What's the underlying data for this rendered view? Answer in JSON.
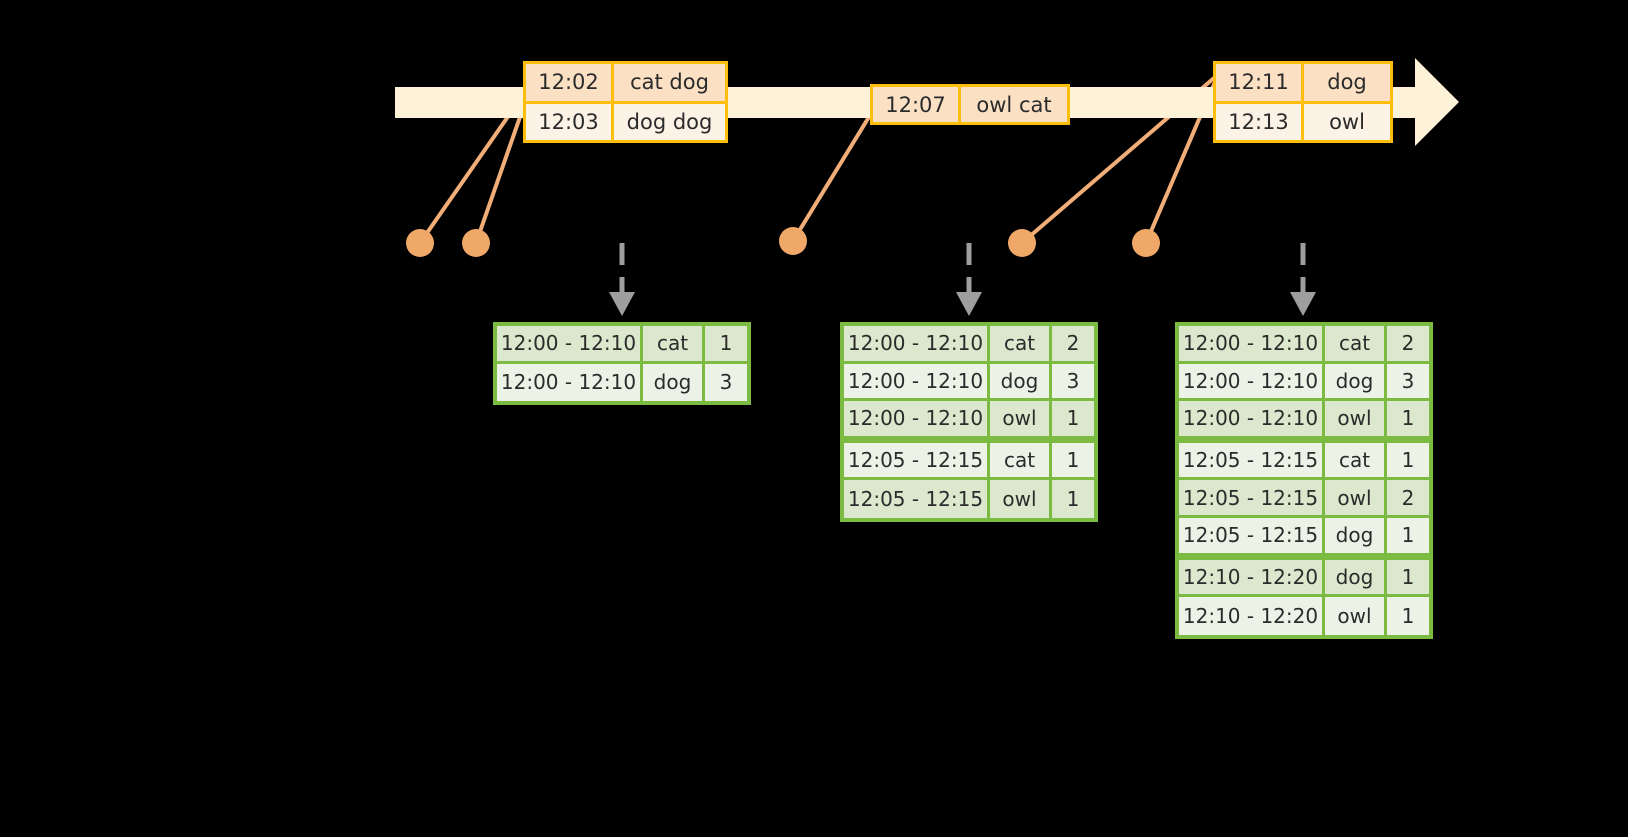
{
  "diagram": {
    "title": "sliding-window-event-aggregation",
    "colors": {
      "background": "#000000",
      "timeline_fill": "#FEF3D8",
      "event_border": "#FFBE0B",
      "event_shade": "#FBE0C4",
      "event_light": "#FDF2E6",
      "connector": "#F2AE78",
      "dot": "#F0A868",
      "table_border": "#7CBB42",
      "table_row_even": "#DCE8CD",
      "table_row_odd": "#EDF2E7",
      "dashed_arrow": "#9E9E9E"
    },
    "timeline": {
      "name": "event-stream-timeline",
      "arrow_direction": "right"
    },
    "events": [
      {
        "group": "group-1",
        "rows": [
          {
            "time": "12:02",
            "payload": "cat dog"
          },
          {
            "time": "12:03",
            "payload": "dog dog"
          }
        ]
      },
      {
        "group": "group-2",
        "rows": [
          {
            "time": "12:07",
            "payload": "owl cat"
          }
        ]
      },
      {
        "group": "group-3",
        "rows": [
          {
            "time": "12:11",
            "payload": "dog"
          },
          {
            "time": "12:13",
            "payload": "owl"
          }
        ]
      }
    ],
    "result_tables": [
      {
        "name": "result-table-1",
        "rows": [
          {
            "window": "12:00 - 12:10",
            "key": "cat",
            "count": "1"
          },
          {
            "window": "12:00 - 12:10",
            "key": "dog",
            "count": "3"
          }
        ]
      },
      {
        "name": "result-table-2",
        "rows": [
          {
            "window": "12:00 - 12:10",
            "key": "cat",
            "count": "2"
          },
          {
            "window": "12:00 - 12:10",
            "key": "dog",
            "count": "3"
          },
          {
            "window": "12:00 - 12:10",
            "key": "owl",
            "count": "1"
          },
          {
            "window": "12:05 - 12:15",
            "key": "cat",
            "count": "1"
          },
          {
            "window": "12:05 - 12:15",
            "key": "owl",
            "count": "1"
          }
        ]
      },
      {
        "name": "result-table-3",
        "rows": [
          {
            "window": "12:00 - 12:10",
            "key": "cat",
            "count": "2"
          },
          {
            "window": "12:00 - 12:10",
            "key": "dog",
            "count": "3"
          },
          {
            "window": "12:00 - 12:10",
            "key": "owl",
            "count": "1"
          },
          {
            "window": "12:05 - 12:15",
            "key": "cat",
            "count": "1"
          },
          {
            "window": "12:05 - 12:15",
            "key": "owl",
            "count": "2"
          },
          {
            "window": "12:05 - 12:15",
            "key": "dog",
            "count": "1"
          },
          {
            "window": "12:10 - 12:20",
            "key": "dog",
            "count": "1"
          },
          {
            "window": "12:10 - 12:20",
            "key": "owl",
            "count": "1"
          }
        ]
      }
    ]
  }
}
